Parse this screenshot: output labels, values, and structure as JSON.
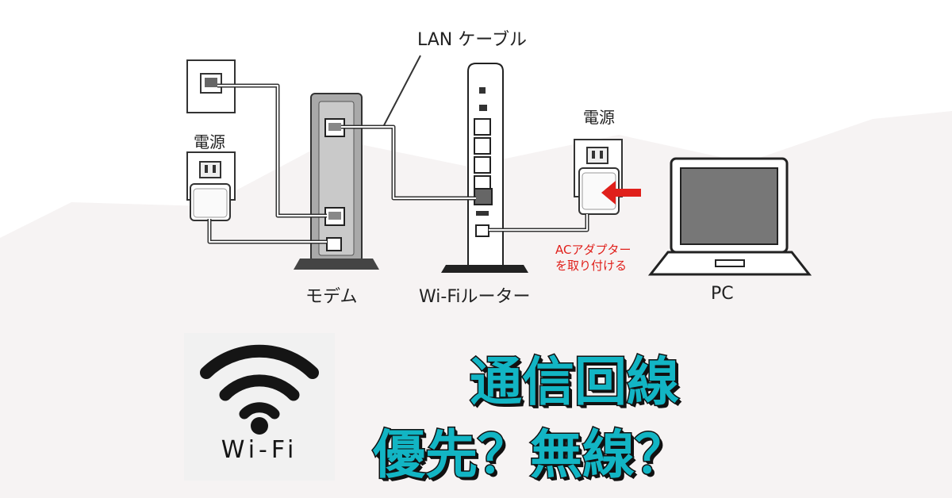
{
  "diagram": {
    "labels": {
      "lan_cable": "LAN ケーブル",
      "power_left": "電源",
      "power_right": "電源",
      "modem": "モデム",
      "router": "Wi-Fiルーター",
      "ac_line1": "ACアダプター",
      "ac_line2": "を取り付ける",
      "pc": "PC"
    }
  },
  "logo": {
    "text": "Wi-Fi",
    "icon": "wifi-icon"
  },
  "headline": {
    "line1": "通信回線",
    "line2": "優先？無線？",
    "fill_color": "#12b5c4",
    "stroke_color": "#111111"
  },
  "colors": {
    "accent_red": "#e0201b",
    "background_shape": "#f6f3f3"
  }
}
